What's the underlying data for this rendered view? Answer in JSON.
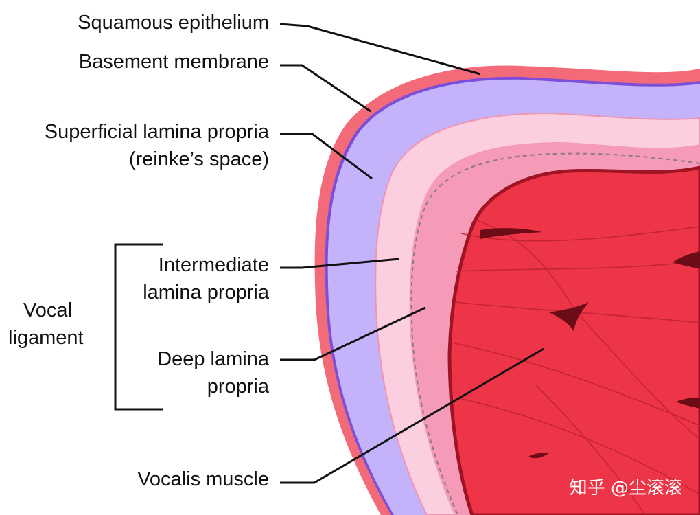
{
  "labels": {
    "squamous_epithelium": "Squamous epithelium",
    "basement_membrane": "Basement membrane",
    "superficial_lamina_propria": "Superficial lamina propria",
    "reinkes_space": "(reinke’s space)",
    "intermediate_1": "Intermediate",
    "intermediate_2": "lamina propria",
    "deep_1": "Deep lamina",
    "deep_2": "propria",
    "vocalis_muscle": "Vocalis muscle",
    "vocal_1": "Vocal",
    "vocal_2": "ligament"
  },
  "watermark": "知乎 @尘滚滚",
  "colors": {
    "epithelium": "#f36b78",
    "basement": "#7b4fd8",
    "superficial": "#c4b3fb",
    "intermediate": "#fbcfe0",
    "deep": "#f59bb7",
    "muscle": "#ee3547",
    "muscle_dark": "#9e1424",
    "leader": "#111111"
  }
}
